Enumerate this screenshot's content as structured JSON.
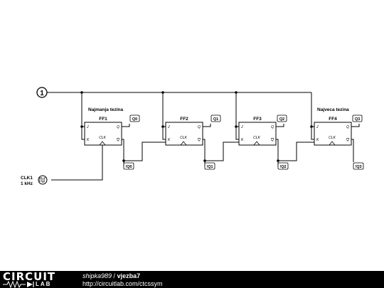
{
  "input_node": {
    "label": "1"
  },
  "clock_source": {
    "name": "CLK1",
    "frequency": "1 kHz"
  },
  "flipflops": [
    {
      "name": "FF1",
      "pin_j": "J",
      "pin_k": "K",
      "pin_clk": "CLK",
      "pin_q": "Q",
      "pin_qbar": "Q",
      "out_q": "Q0",
      "out_qbar": "!Q0"
    },
    {
      "name": "FF2",
      "pin_j": "J",
      "pin_k": "K",
      "pin_clk": "CLK",
      "pin_q": "Q",
      "pin_qbar": "Q",
      "out_q": "Q1",
      "out_qbar": "!Q1"
    },
    {
      "name": "FF3",
      "pin_j": "J",
      "pin_k": "K",
      "pin_clk": "CLK",
      "pin_q": "Q",
      "pin_qbar": "Q",
      "out_q": "Q2",
      "out_qbar": "!Q2"
    },
    {
      "name": "FF4",
      "pin_j": "J",
      "pin_k": "K",
      "pin_clk": "CLK",
      "pin_q": "Q",
      "pin_qbar": "Q",
      "out_q": "Q3",
      "out_qbar": "!Q3"
    }
  ],
  "annotations": {
    "lsb": "Najmanja tezina",
    "msb": "Najveca tezina"
  },
  "footer": {
    "logo_top": "CIRCUIT",
    "logo_bottom": "LAB",
    "user": "shipka989",
    "separator": " / ",
    "circuit_name": "vjezba7",
    "url": "http://circuitlab.com/ctcssym"
  }
}
